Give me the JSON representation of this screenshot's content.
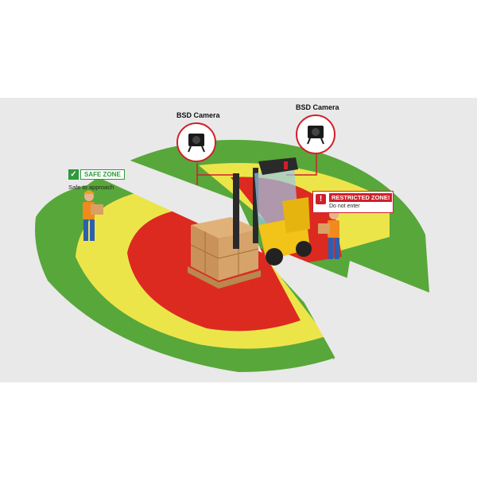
{
  "cameras": [
    {
      "label": "BSD Camera"
    },
    {
      "label": "BSD Camera"
    }
  ],
  "safe_zone": {
    "title": "SAFE ZONE",
    "subtitle": "Safe to approach",
    "color": "#2e9a3c"
  },
  "restricted_zone": {
    "title": "RESTRICTED ZONE!",
    "subtitle": "Do not enter",
    "color": "#d0202a"
  },
  "zone_colors": {
    "outer": "#58a73a",
    "middle": "#ece54a",
    "inner": "#dc2a21",
    "background": "#e9e9e9"
  }
}
